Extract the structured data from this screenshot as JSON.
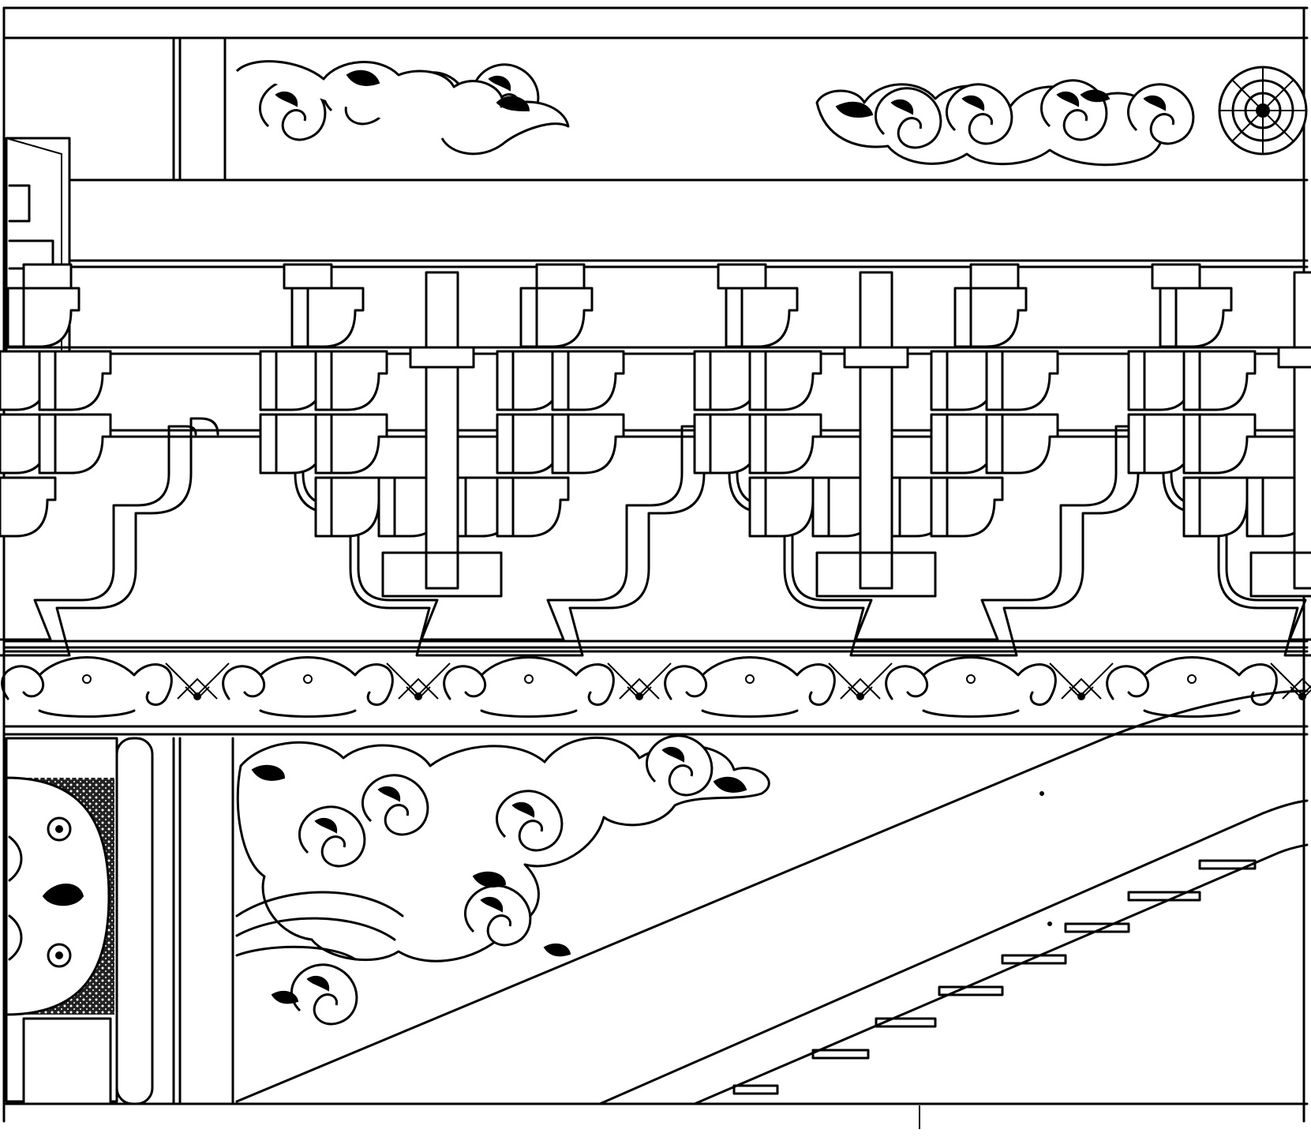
{
  "drawing": {
    "style": "line drawing",
    "colors": {
      "ink": "#000000",
      "paper": "#ffffff"
    },
    "panels": {
      "upper_frieze": {
        "motif": "cloud-scroll"
      },
      "bracket_band": {
        "motif": "dougong-bracket-set",
        "bracket_sets": 6
      },
      "lower_frieze": {
        "motif": "cloud-scroll-and-lattice"
      },
      "lower_panel": {
        "motif": "cloud-scroll",
        "left_medallion": "mask-face"
      },
      "stair": {
        "steps": 8
      }
    }
  }
}
